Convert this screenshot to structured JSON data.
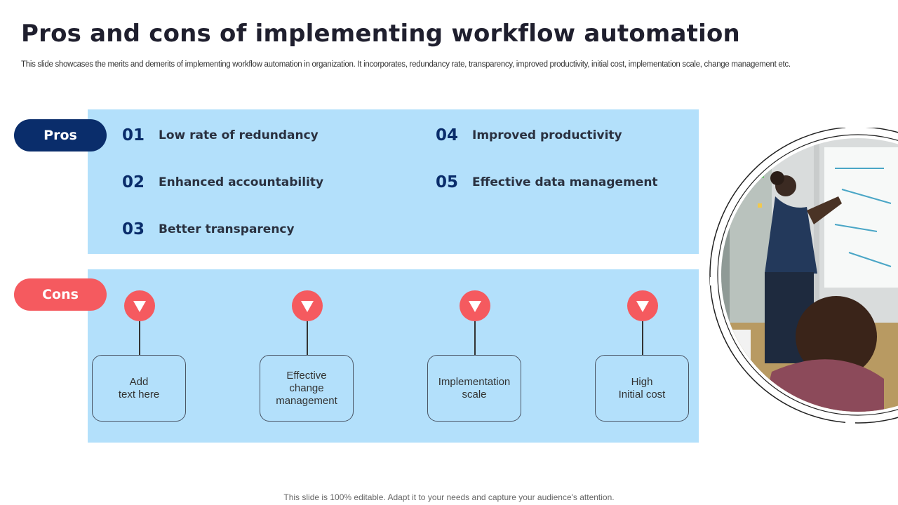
{
  "title": "Pros and cons of implementing workflow automation",
  "subtitle": "This slide showcases the merits and demerits of implementing workflow automation in organization. It incorporates, redundancy rate, transparency, improved productivity, initial cost, implementation scale, change management etc.",
  "pros": {
    "label": "Pros",
    "items": [
      {
        "num": "01",
        "text": "Low rate of redundancy"
      },
      {
        "num": "02",
        "text": "Enhanced accountability"
      },
      {
        "num": "03",
        "text": "Better transparency"
      },
      {
        "num": "04",
        "text": "Improved productivity"
      },
      {
        "num": "05",
        "text": "Effective data management"
      }
    ]
  },
  "cons": {
    "label": "Cons",
    "items": [
      {
        "text": "Add\ntext here"
      },
      {
        "text": "Effective\nchange\nmanagement"
      },
      {
        "text": "Implementation\nscale"
      },
      {
        "text": "High\nInitial cost"
      }
    ]
  },
  "footer": "This slide is 100% editable. Adapt it to your needs and capture your audience's attention.",
  "colors": {
    "navy": "#0a2d6b",
    "coral": "#f55a5f",
    "panel": "#b3e0fb"
  },
  "photo": {
    "icon": "office-meeting-photo"
  }
}
